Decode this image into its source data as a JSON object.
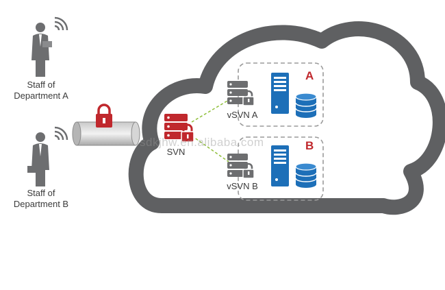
{
  "staff": [
    {
      "line1": "Staff of",
      "line2": "Department A"
    },
    {
      "line1": "Staff of",
      "line2": "Department B"
    }
  ],
  "svn_label": "SVN",
  "vsvn": [
    {
      "label": "vSVN A",
      "letter": "A"
    },
    {
      "label": "vSVN B",
      "letter": "B"
    }
  ],
  "watermark": "sdkjhw.en.alibaba.com",
  "colors": {
    "cloud": "#5f6062",
    "accent_red": "#c0282d",
    "server_blue": "#1d6fb8",
    "dashed_box": "#9a9a9a",
    "link_green": "#8fbf3a"
  }
}
